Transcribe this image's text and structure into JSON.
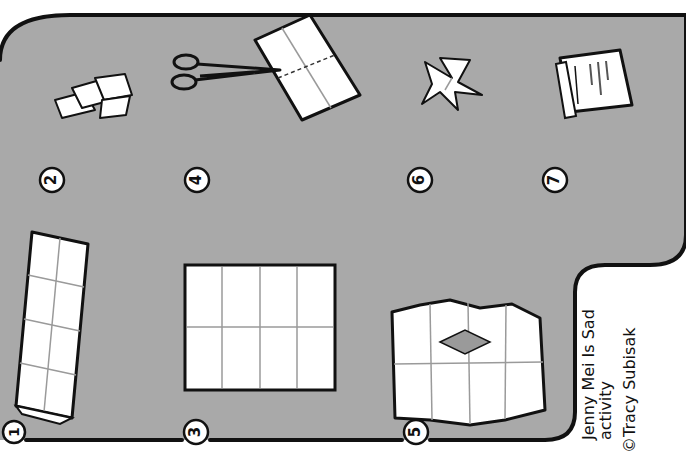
{
  "diagram": {
    "labels": [
      "1",
      "2",
      "3",
      "4",
      "5",
      "6",
      "7",
      "Jenny Mei Is Sad activity",
      "©Tracy Subisak"
    ]
  }
}
